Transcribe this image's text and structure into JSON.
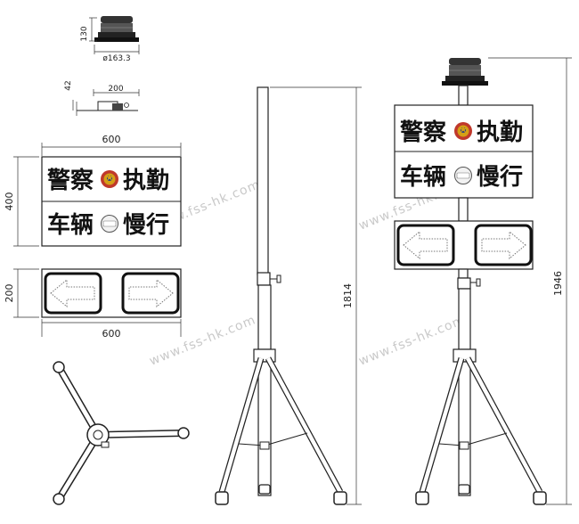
{
  "dimensions": {
    "light_height": "130",
    "light_diameter": "ø163.3",
    "bracket_height": "42",
    "bracket_width": "200",
    "sign_width_top": "600",
    "sign_height": "400",
    "arrow_height": "200",
    "arrow_width": "600",
    "pole_height": "1814",
    "total_height": "1946"
  },
  "sign": {
    "line1_left": "警察",
    "line1_right": "执勤",
    "line2_left": "车辆",
    "line2_right": "慢行"
  },
  "watermark": "www.fss-hk.com",
  "colors": {
    "line": "#222222",
    "watermark": "#c9c9c9",
    "emblem_red": "#c0392b",
    "emblem_gold": "#d4a017"
  }
}
